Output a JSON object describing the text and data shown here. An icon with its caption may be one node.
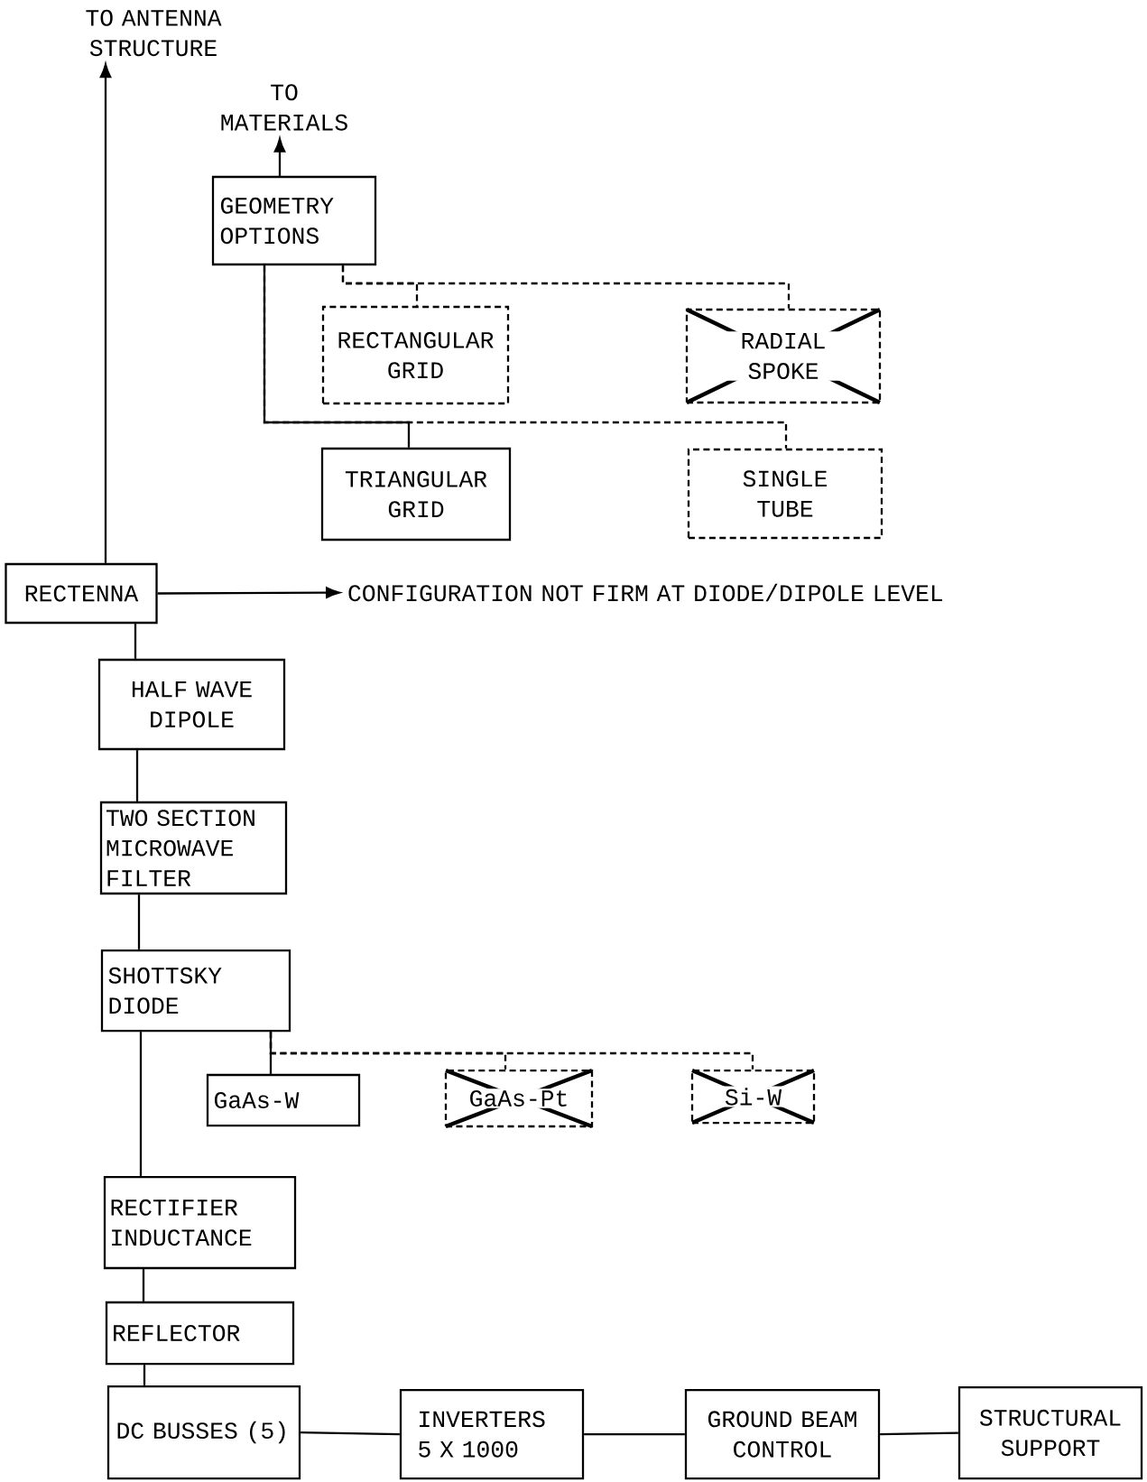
{
  "diagram": {
    "nodes": [
      {
        "text": [
          "TO ANTENNA STRUCTURE"
        ]
      },
      {
        "text": [
          "TO MATERIALS"
        ]
      },
      {
        "text": [
          "GEOMETRY OPTIONS"
        ]
      },
      {
        "text": [
          "RECTANGULAR GRID"
        ]
      },
      {
        "text": [
          "RADIAL SPOKE"
        ]
      },
      {
        "text": [
          "TRIANGULAR GRID"
        ]
      },
      {
        "text": [
          "SINGLE TUBE"
        ]
      },
      {
        "text": [
          "RECTENNA"
        ]
      },
      {
        "text": [
          "CONFIGURATION NOT FIRM AT DIODE/DIPOLE LEVEL"
        ]
      },
      {
        "text": [
          "HALF WAVE DIPOLE"
        ]
      },
      {
        "text": [
          "TWO SECTION MICROWAVE FILTER"
        ]
      },
      {
        "text": [
          "SHOTTSKY DIODE"
        ]
      },
      {
        "text": [
          "GaAs-W"
        ]
      },
      {
        "text": [
          "GaAs-Pt"
        ]
      },
      {
        "text": [
          "Si-W"
        ]
      },
      {
        "text": [
          "RECTIFIER INDUCTANCE"
        ]
      },
      {
        "text": [
          "REFLECTOR"
        ]
      },
      {
        "text": [
          "DC BUSSES (5)"
        ]
      },
      {
        "text": [
          "INVERTERS 5 X 1000"
        ]
      },
      {
        "text": [
          "GROUND BEAM CONTROL"
        ]
      },
      {
        "text": [
          "STRUCTURAL SUPPORT"
        ]
      }
    ],
    "edges": [
      {
        "from": 7,
        "to": 0,
        "arrow": "to"
      },
      {
        "from": 2,
        "to": 1,
        "arrow": "to"
      },
      {
        "from": 2,
        "to": 3,
        "arrow": "none",
        "style": "dashed"
      },
      {
        "from": 2,
        "to": 4,
        "arrow": "none",
        "style": "dashed"
      },
      {
        "from": 2,
        "to": 5,
        "arrow": "none"
      },
      {
        "from": 2,
        "to": 6,
        "arrow": "none",
        "style": "dashed"
      },
      {
        "from": 7,
        "to": 8,
        "arrow": "to"
      },
      {
        "from": 7,
        "to": 9,
        "arrow": "none"
      },
      {
        "from": 9,
        "to": 10,
        "arrow": "none"
      },
      {
        "from": 10,
        "to": 11,
        "arrow": "none"
      },
      {
        "from": 11,
        "to": 15,
        "arrow": "none"
      },
      {
        "from": 11,
        "to": 12,
        "arrow": "none"
      },
      {
        "from": 11,
        "to": 13,
        "arrow": "none",
        "style": "dashed"
      },
      {
        "from": 11,
        "to": 14,
        "arrow": "none",
        "style": "dashed"
      },
      {
        "from": 15,
        "to": 16,
        "arrow": "none"
      },
      {
        "from": 16,
        "to": 17,
        "arrow": "none"
      },
      {
        "from": 17,
        "to": 18,
        "arrow": "none"
      },
      {
        "from": 18,
        "to": 19,
        "arrow": "none"
      },
      {
        "from": 19,
        "to": 20,
        "arrow": "none"
      }
    ]
  }
}
